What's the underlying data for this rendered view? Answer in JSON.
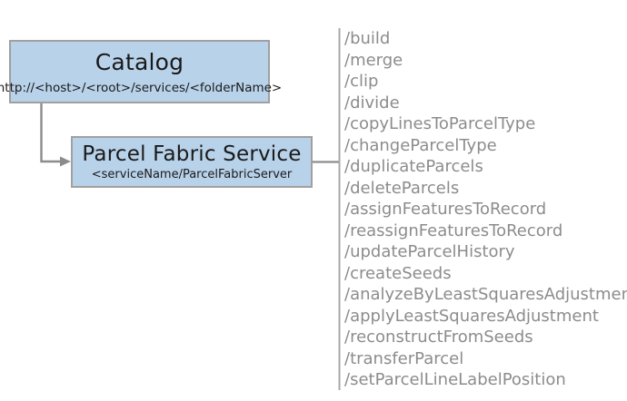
{
  "diagram": {
    "type": "architecture-diagram",
    "colors": {
      "node_fill": "#b8d2ea",
      "node_border": "#a0a0a0",
      "connector": "#8c8c8c",
      "divider": "#a8a8a8",
      "node_text": "#1a1a1a",
      "list_text": "#8c8c8c",
      "background": "#ffffff"
    },
    "nodes": [
      {
        "id": "catalog",
        "title": "Catalog",
        "subtitle": "http://<host>/<root>/services/<folderName>"
      },
      {
        "id": "parcel-fabric-service",
        "title": "Parcel Fabric Service",
        "subtitle": "<serviceName/ParcelFabricServer"
      }
    ],
    "connectors": [
      {
        "id": "catalog-to-service",
        "from": "catalog",
        "to": "parcel-fabric-service",
        "style": "elbow",
        "arrowhead": "triangle-right"
      },
      {
        "id": "service-to-operations",
        "from": "parcel-fabric-service",
        "to": "operations-divider",
        "style": "straight",
        "arrowhead": "none"
      }
    ],
    "operations": [
      "/build",
      "/merge",
      "/clip",
      "/divide",
      "/copyLinesToParcelType",
      "/changeParcelType",
      "/duplicateParcels",
      "/deleteParcels",
      "/assignFeaturesToRecord",
      "/reassignFeaturesToRecord",
      "/updateParcelHistory",
      "/createSeeds",
      "/analyzeByLeastSquaresAdjustment",
      "/applyLeastSquaresAdjustment",
      "/reconstructFromSeeds",
      "/transferParcel",
      "/setParcelLineLabelPosition"
    ]
  }
}
